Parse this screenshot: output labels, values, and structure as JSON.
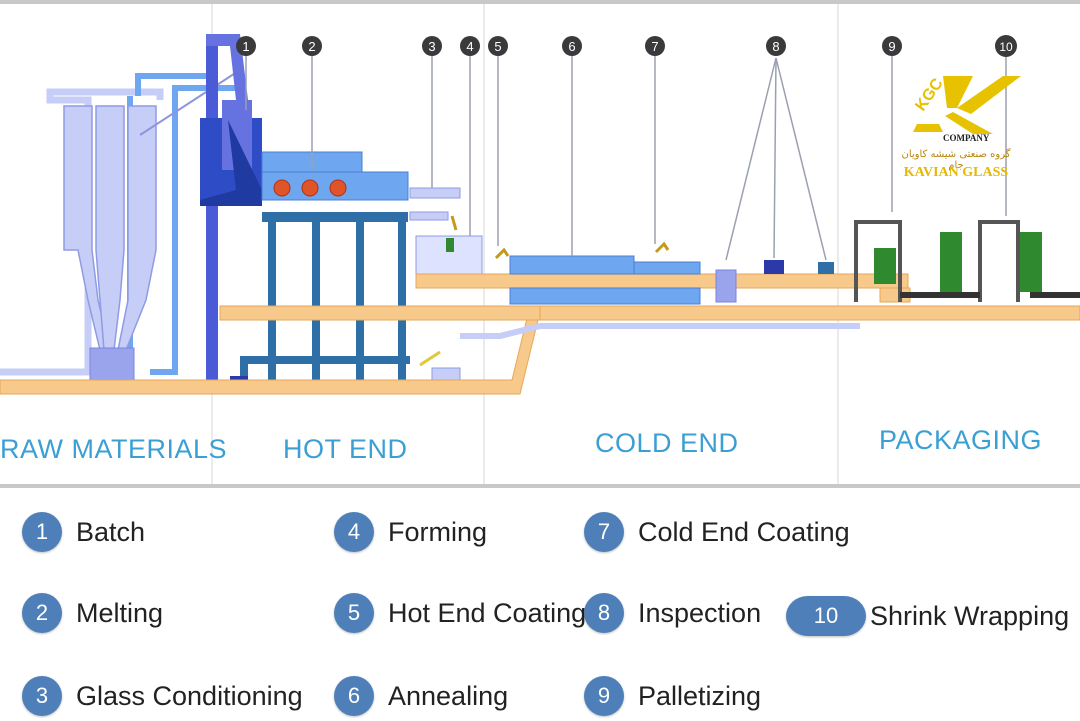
{
  "sections": [
    {
      "id": "raw",
      "label": "RAW MATERIALS"
    },
    {
      "id": "hot",
      "label": "HOT END"
    },
    {
      "id": "cold",
      "label": "COLD END"
    },
    {
      "id": "pack",
      "label": "PACKAGING"
    }
  ],
  "markers": [
    "1",
    "2",
    "3",
    "4",
    "5",
    "6",
    "7",
    "8",
    "9",
    "10"
  ],
  "legend": [
    {
      "num": "1",
      "label": "Batch"
    },
    {
      "num": "2",
      "label": "Melting"
    },
    {
      "num": "3",
      "label": "Glass Conditioning"
    },
    {
      "num": "4",
      "label": "Forming"
    },
    {
      "num": "5",
      "label": "Hot End Coating"
    },
    {
      "num": "6",
      "label": "Annealing"
    },
    {
      "num": "7",
      "label": "Cold End Coating"
    },
    {
      "num": "8",
      "label": "Inspection"
    },
    {
      "num": "9",
      "label": "Palletizing"
    },
    {
      "num": "10",
      "label": "Shrink Wrapping"
    }
  ],
  "logo": {
    "initials": "KGC",
    "company": "COMPANY",
    "persian": "گروه صنعتی شیشه کاویان جام",
    "name": "KAVIAN GLASS"
  },
  "colors": {
    "conveyor": "#f7c98a",
    "machine_light": "#c6cdf7",
    "machine_mid": "#6672e0",
    "machine_dark": "#2b3aa8",
    "furnace_blue": "#2f4cc7",
    "frame": "#2f6fa7",
    "section_text": "#3b9fd3",
    "badge": "#4e7fb9",
    "logo_gold": "#e6c200"
  }
}
